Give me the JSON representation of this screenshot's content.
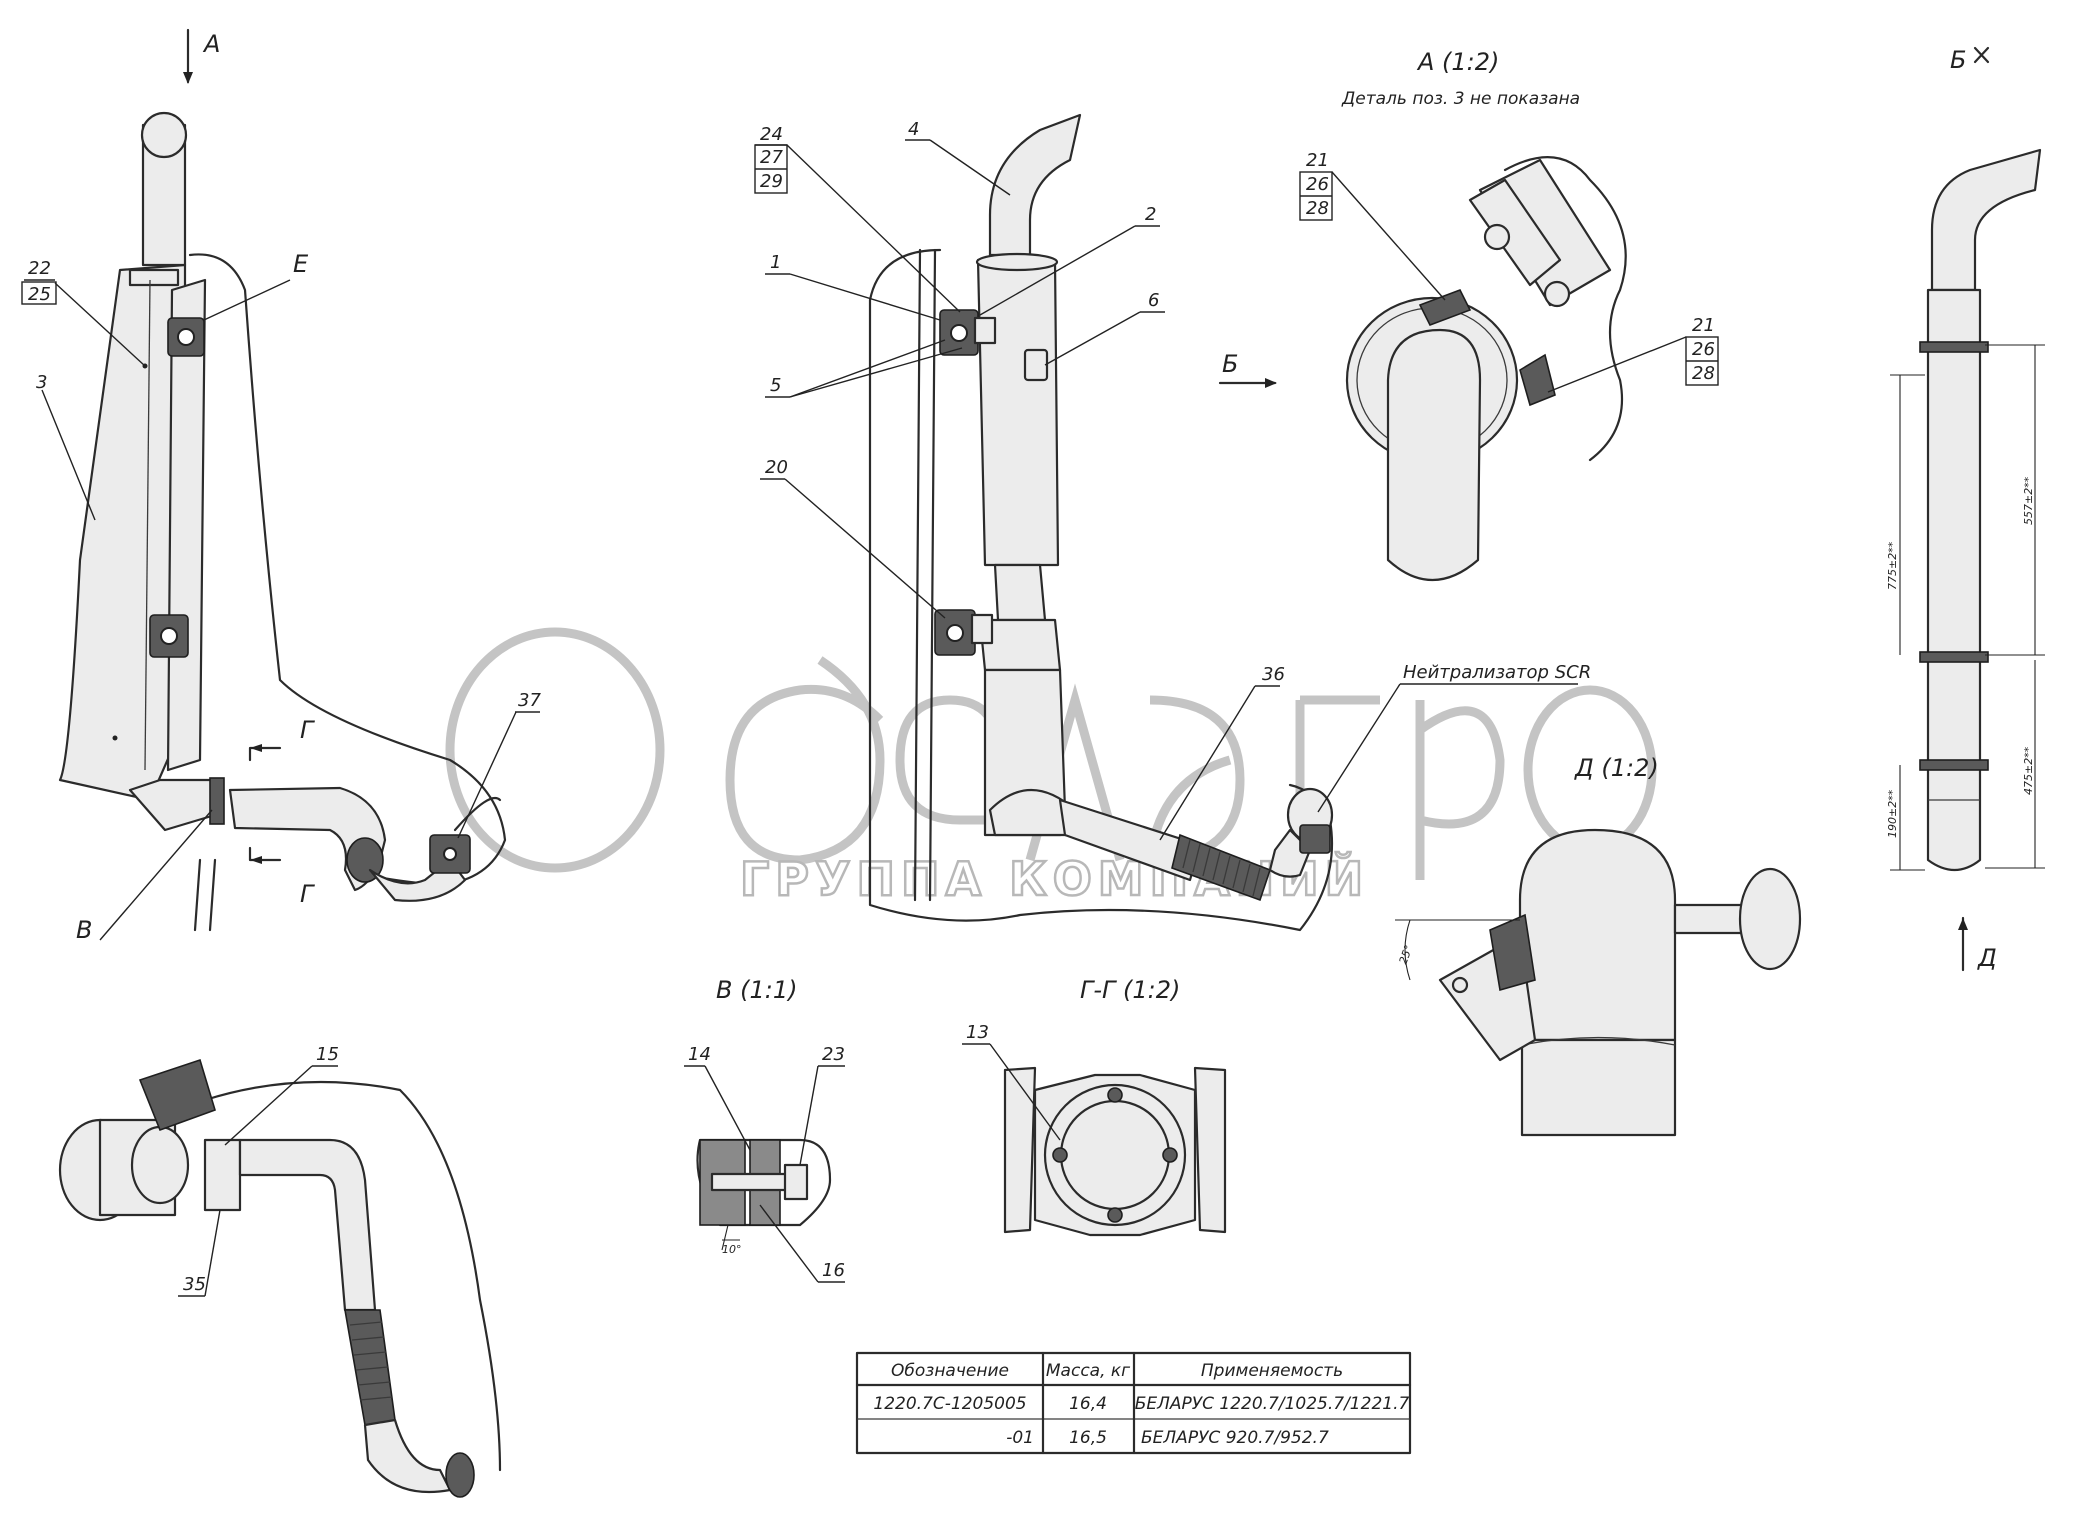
{
  "views": {
    "view_a_arrow": "А",
    "view_a_title": "А (1:2)",
    "view_a_note": "Деталь поз. 3 не показана",
    "view_b_title": "Б",
    "view_b_arrow": "Б",
    "view_v_title": "В (1:1)",
    "view_gg_title": "Г-Г (1:2)",
    "view_d_title": "Д (1:2)",
    "view_d_arrow": "Д",
    "section_g_top": "Г",
    "section_g_bottom": "Г",
    "detail_e": "Е",
    "detail_v": "В",
    "scr_label": "Нейтрализатор SCR"
  },
  "callouts": {
    "c22": "22",
    "c25": "25",
    "c3": "3",
    "c24": "24",
    "c27": "27",
    "c29": "29",
    "c4": "4",
    "c2": "2",
    "c1": "1",
    "c6": "6",
    "c5": "5",
    "c20": "20",
    "c36": "36",
    "c37": "37",
    "c21a": "21",
    "c26a": "26",
    "c28a": "28",
    "c21b": "21",
    "c26b": "26",
    "c28b": "28",
    "c15": "15",
    "c35": "35",
    "c14": "14",
    "c23": "23",
    "c16": "16",
    "c13": "13"
  },
  "dimensions": {
    "d557": "557±2**",
    "d775": "775±2**",
    "d475": "475±2**",
    "d190": "190±2**",
    "d25": "25°",
    "d10": "10°"
  },
  "table": {
    "headers": [
      "Обозначение",
      "Масса, кг",
      "Применяемость"
    ],
    "rows": [
      [
        "1220.7С-1205005",
        "16,4",
        "БЕЛАРУС 1220.7/1025.7/1221.7"
      ],
      [
        "-01",
        "16,5",
        "БЕЛАРУС 920.7/952.7"
      ]
    ]
  },
  "watermark": {
    "logo_text": "белагро",
    "tagline": "ГРУППА КОМПАНИЙ"
  }
}
